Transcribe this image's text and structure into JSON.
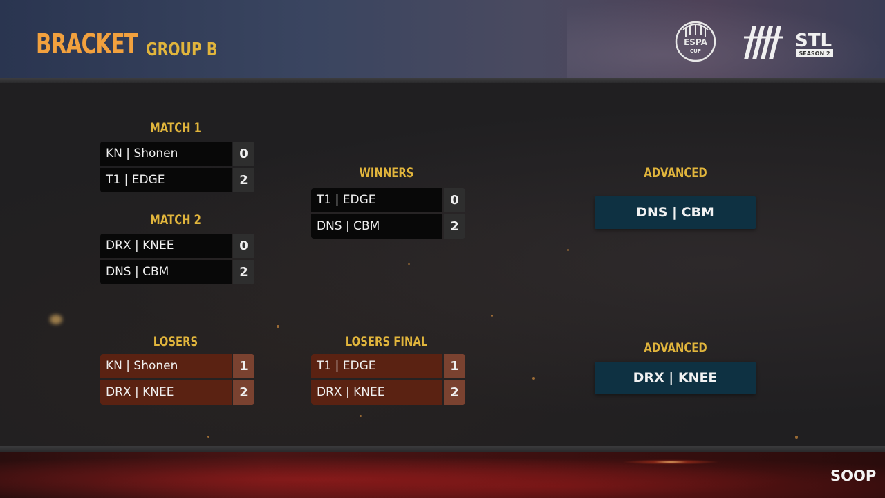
{
  "header": {
    "title": "BRACKET",
    "subtitle": "GROUP B",
    "logos": {
      "espa": {
        "icon": "espa-cup-logo",
        "text": "ESPA CUP"
      },
      "stl": {
        "icon": "stl-logo",
        "name": "STL",
        "season": "SEASON 2"
      }
    }
  },
  "match1": {
    "label": "MATCH 1",
    "teams": [
      {
        "name": "KN | Shonen",
        "score": "0"
      },
      {
        "name": "T1 | EDGE",
        "score": "2"
      }
    ]
  },
  "match2": {
    "label": "MATCH 2",
    "teams": [
      {
        "name": "DRX | KNEE",
        "score": "0"
      },
      {
        "name": "DNS | CBM",
        "score": "2"
      }
    ]
  },
  "winners": {
    "label": "WINNERS",
    "teams": [
      {
        "name": "T1 | EDGE",
        "score": "0"
      },
      {
        "name": "DNS | CBM",
        "score": "2"
      }
    ]
  },
  "losers": {
    "label": "LOSERS",
    "teams": [
      {
        "name": "KN | Shonen",
        "score": "1"
      },
      {
        "name": "DRX | KNEE",
        "score": "2"
      }
    ]
  },
  "losers_final": {
    "label": "LOSERS FINAL",
    "teams": [
      {
        "name": "T1 | EDGE",
        "score": "1"
      },
      {
        "name": "DRX | KNEE",
        "score": "2"
      }
    ]
  },
  "advanced_top": {
    "label": "ADVANCED",
    "team": "DNS | CBM"
  },
  "advanced_bottom": {
    "label": "ADVANCED",
    "team": "DRX | KNEE"
  },
  "footer": {
    "brand": "SOOP"
  },
  "colors": {
    "title": "#f2a13e",
    "label": "#e1b53c",
    "upper_box": "#080808",
    "lower_box": "#5a2212",
    "advanced_box": "#0e3142"
  }
}
